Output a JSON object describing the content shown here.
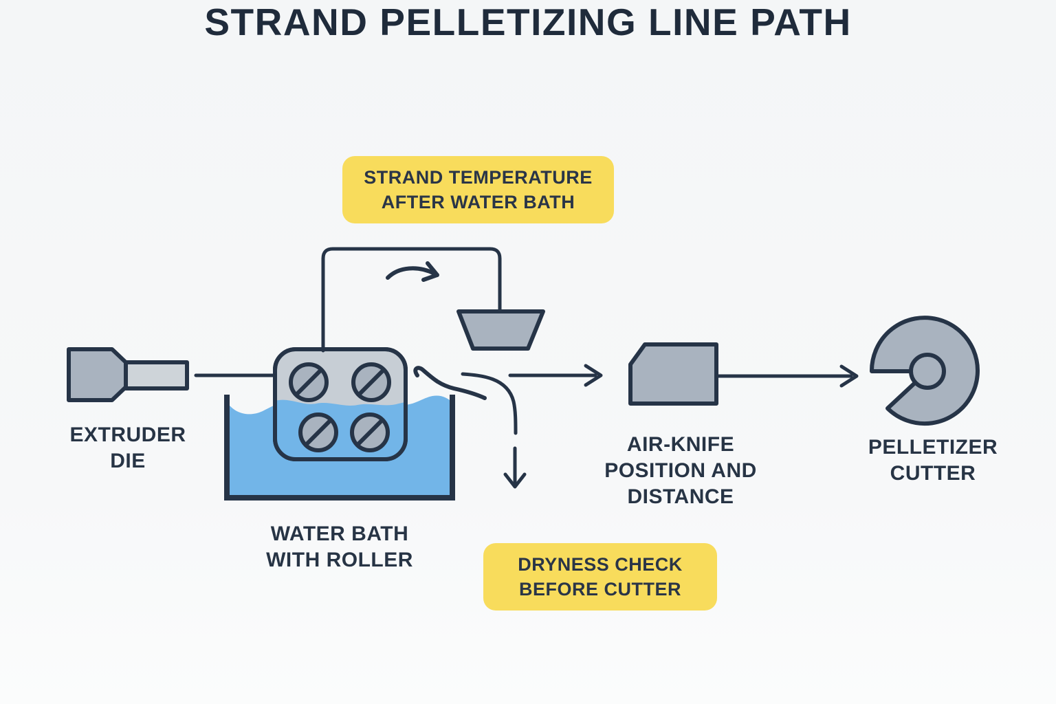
{
  "title": "STRAND PELLETIZING LINE PATH",
  "colors": {
    "bg": "#f6f7f8",
    "ink": "#263447",
    "title": "#1f2b3b",
    "water": "#72b5e8",
    "gray": "#a9b3bf",
    "graylight": "#ced4d9",
    "boxgray": "#c7ced5",
    "yellow": "#f8dc5c",
    "labelink": "#273445"
  },
  "callouts": {
    "temperature": {
      "lines": [
        "STRAND TEMPERATURE",
        "AFTER WATER BATH"
      ]
    },
    "dryness": {
      "lines": [
        "DRYNESS CHECK",
        "BEFORE CUTTER"
      ]
    }
  },
  "labels": {
    "extruder": {
      "lines": [
        "EXTRUDER",
        "DIE"
      ]
    },
    "water_bath": {
      "lines": [
        "WATER BATH",
        "WITH ROLLER"
      ]
    },
    "air_knife": {
      "lines": [
        "AIR-KNIFE",
        "POSITION AND",
        "DISTANCE"
      ]
    },
    "pelletizer": {
      "lines": [
        "PELLETIZER",
        "CUTTER"
      ]
    }
  },
  "icons": [
    "extruder-die-icon",
    "water-bath-icon",
    "roller-assembly-icon",
    "funnel-icon",
    "air-knife-icon",
    "pelletizer-cutter-icon"
  ]
}
